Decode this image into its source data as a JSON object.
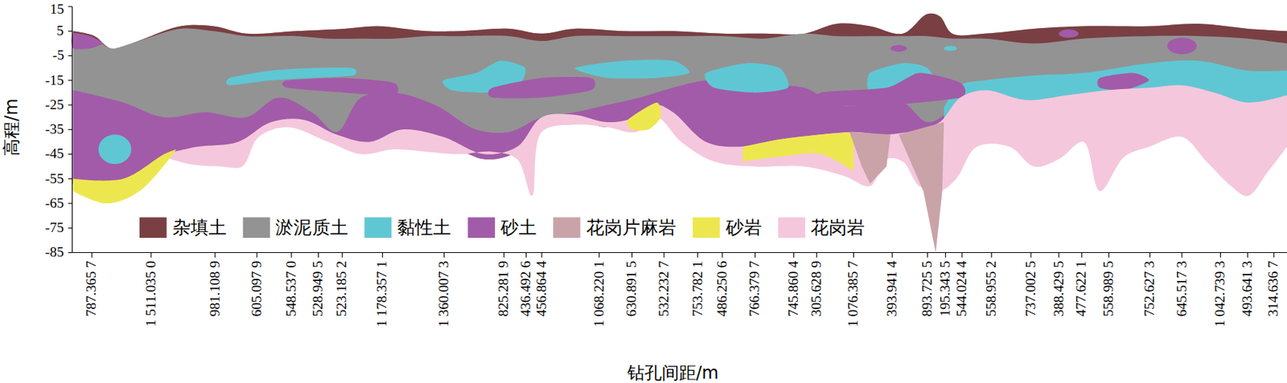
{
  "diagram": {
    "labels": [
      "15",
      "5",
      "-5",
      "-15",
      "-25",
      "-35",
      "-45",
      "-55",
      "-65",
      "-75",
      "-85",
      "高程/m",
      "787.365 7",
      "1 511.035 0",
      "981.108 9",
      "605.097 9",
      "548.537 0",
      "528.949 5",
      "523.185 2",
      "1 178.357 1",
      "1 360.007 3",
      "825.281 9",
      "436.492 6",
      "456.864 4",
      "1 068.220 1",
      "630.891 5",
      "532.232 7",
      "753.782 1",
      "486.250 6",
      "766.379 7",
      "745.860 4",
      "305.628 9",
      "1 076.385 7",
      "393.941 4",
      "893.725 5",
      "195.343 5",
      "544.024 4",
      "558.955 2",
      "737.002 5",
      "388.429 5",
      "477.622 1",
      "558.989 5",
      "752.627 3",
      "645.517 3",
      "1 042.739 3",
      "493.641 3",
      "314.636 7",
      "钻孔间距/m"
    ],
    "legend": [
      {
        "text": "杂填土",
        "color": "#7a3f42"
      },
      {
        "text": "淤泥质土",
        "color": "#939393"
      },
      {
        "text": "黏性土",
        "color": "#5fc7d3"
      },
      {
        "text": "砂土",
        "color": "#a25ba8"
      },
      {
        "text": "花岗片麻岩",
        "color": "#c9a3a8"
      },
      {
        "text": "砂岩",
        "color": "#ede74f"
      },
      {
        "text": "花岗岩",
        "color": "#f5c7dc"
      }
    ]
  }
}
